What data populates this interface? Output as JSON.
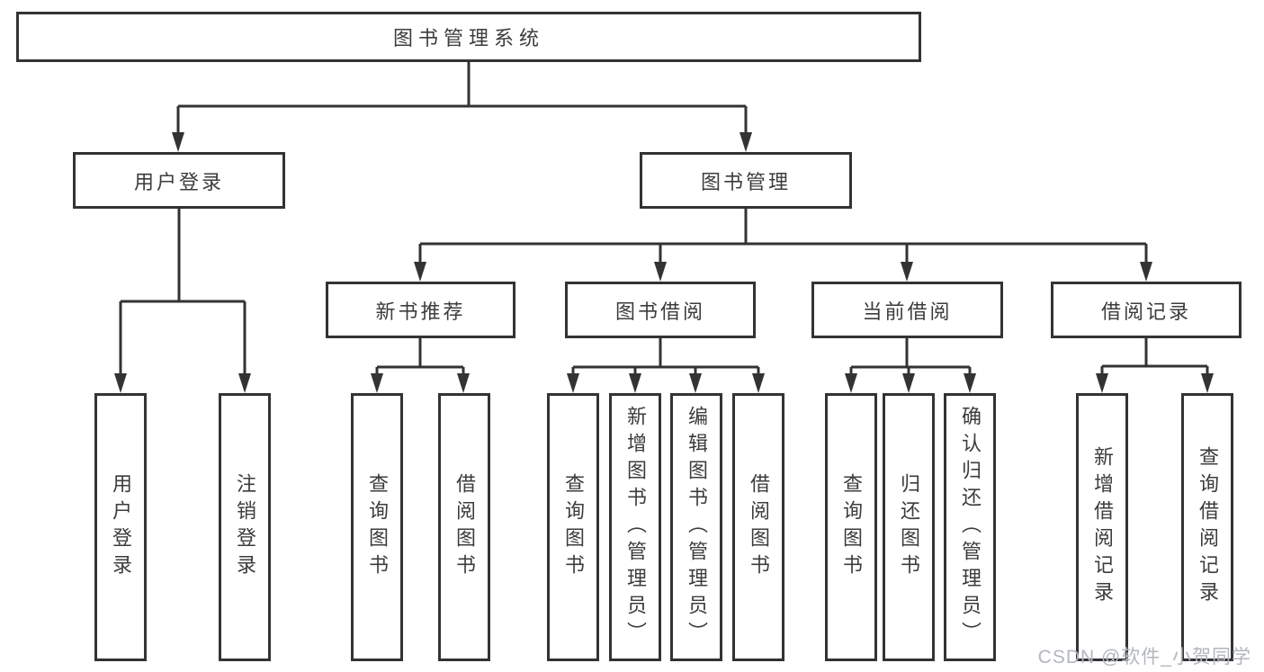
{
  "diagram": {
    "root": {
      "label": "图书管理系统"
    },
    "level2": {
      "user_login": {
        "label": "用户登录"
      },
      "book_management": {
        "label": "图书管理"
      }
    },
    "level3": {
      "new_book_recommend": {
        "label": "新书推荐"
      },
      "book_borrow": {
        "label": "图书借阅"
      },
      "current_borrow": {
        "label": "当前借阅"
      },
      "borrow_record": {
        "label": "借阅记录"
      }
    },
    "leaves": {
      "user_login": [
        "用户登录",
        "注销登录"
      ],
      "new_book": [
        "查询图书",
        "借阅图书"
      ],
      "book_borrow": [
        "查询图书",
        "新增图书（管理员）",
        "编辑图书（管理员）",
        "借阅图书"
      ],
      "current_borrow": [
        "查询图书",
        "归还图书",
        "确认归还（管理员）"
      ],
      "borrow_record": [
        "新增借阅记录",
        "查询借阅记录"
      ]
    },
    "watermark": "CSDN @软件_小贺同学",
    "colors": {
      "line": "#333333",
      "text": "#3c3c3c",
      "background": "#ffffff",
      "watermark": "#b2b6bd"
    }
  }
}
